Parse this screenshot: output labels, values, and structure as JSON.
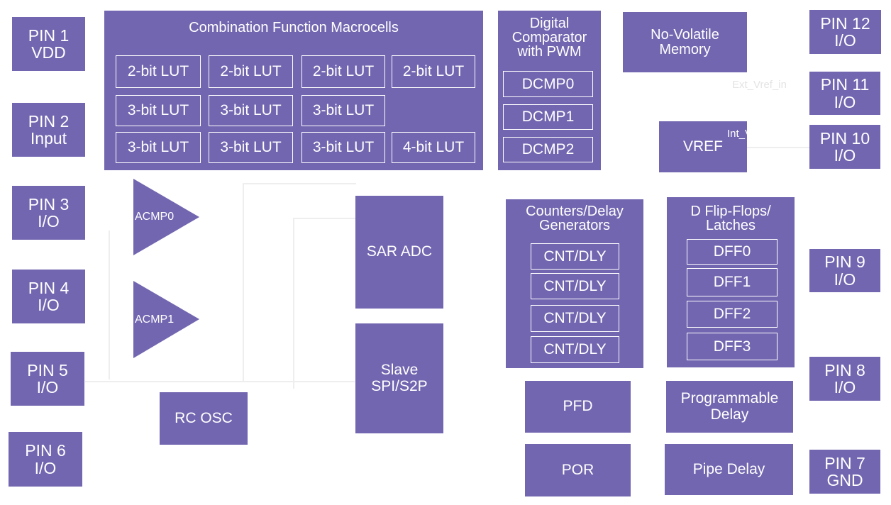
{
  "pins": {
    "p1": "PIN 1\nVDD",
    "p2": "PIN 2\nInput",
    "p3": "PIN 3\nI/O",
    "p4": "PIN 4\nI/O",
    "p5": "PIN 5\nI/O",
    "p6": "PIN 6\nI/O",
    "p7": "PIN 7\nGND",
    "p8": "PIN 8\nI/O",
    "p9": "PIN 9\nI/O",
    "p10": "PIN 10\nI/O",
    "p11": "PIN 11\nI/O",
    "p12": "PIN 12\nI/O"
  },
  "cfm": {
    "title": "Combination Function Macrocells",
    "luts": [
      "2-bit LUT",
      "2-bit LUT",
      "2-bit LUT",
      "2-bit LUT",
      "3-bit LUT",
      "3-bit LUT",
      "3-bit LUT",
      "3-bit LUT",
      "3-bit LUT",
      "3-bit LUT",
      "4-bit LUT"
    ]
  },
  "dcmp": {
    "title": "Digital\nComparator\nwith PWM",
    "items": [
      "DCMP0",
      "DCMP1",
      "DCMP2"
    ]
  },
  "nvm": "No-Volatile\nMemory",
  "vref": "VREF",
  "ext_vref": "Ext_Vref_in",
  "int_vref": "Int_Vref_out",
  "acmp": [
    "ACMP0",
    "ACMP1"
  ],
  "sar": "SAR ADC",
  "spi": "Slave\nSPI/S2P",
  "rcosc": "RC OSC",
  "cnt": {
    "title": "Counters/Delay\nGenerators",
    "items": [
      "CNT/DLY",
      "CNT/DLY",
      "CNT/DLY",
      "CNT/DLY"
    ]
  },
  "dff": {
    "title": "D Flip-Flops/\nLatches",
    "items": [
      "DFF0",
      "DFF1",
      "DFF2",
      "DFF3"
    ]
  },
  "pfd": "PFD",
  "por": "POR",
  "prog_delay": "Programmable\nDelay",
  "pipe_delay": "Pipe Delay",
  "colors": {
    "block": "#7266b0",
    "text": "#ffffff"
  }
}
